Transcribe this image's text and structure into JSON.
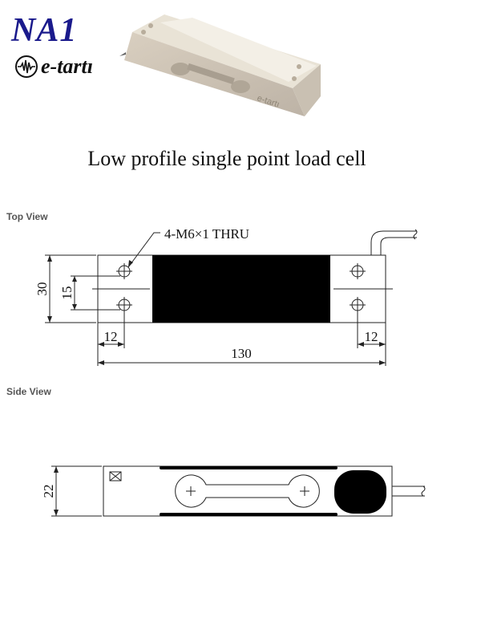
{
  "header": {
    "model": "NA1",
    "brand": "e-tartı",
    "photo_brand": "e-tartı"
  },
  "title": "Low profile single point load cell",
  "top_view": {
    "label": "Top View",
    "hole_note": "4-M6×1 THRU",
    "dim_width": "30",
    "dim_hole_spacing": "15",
    "dim_left_offset": "12",
    "dim_right_offset": "12",
    "dim_length": "130"
  },
  "side_view": {
    "label": "Side View",
    "dim_height": "22"
  }
}
